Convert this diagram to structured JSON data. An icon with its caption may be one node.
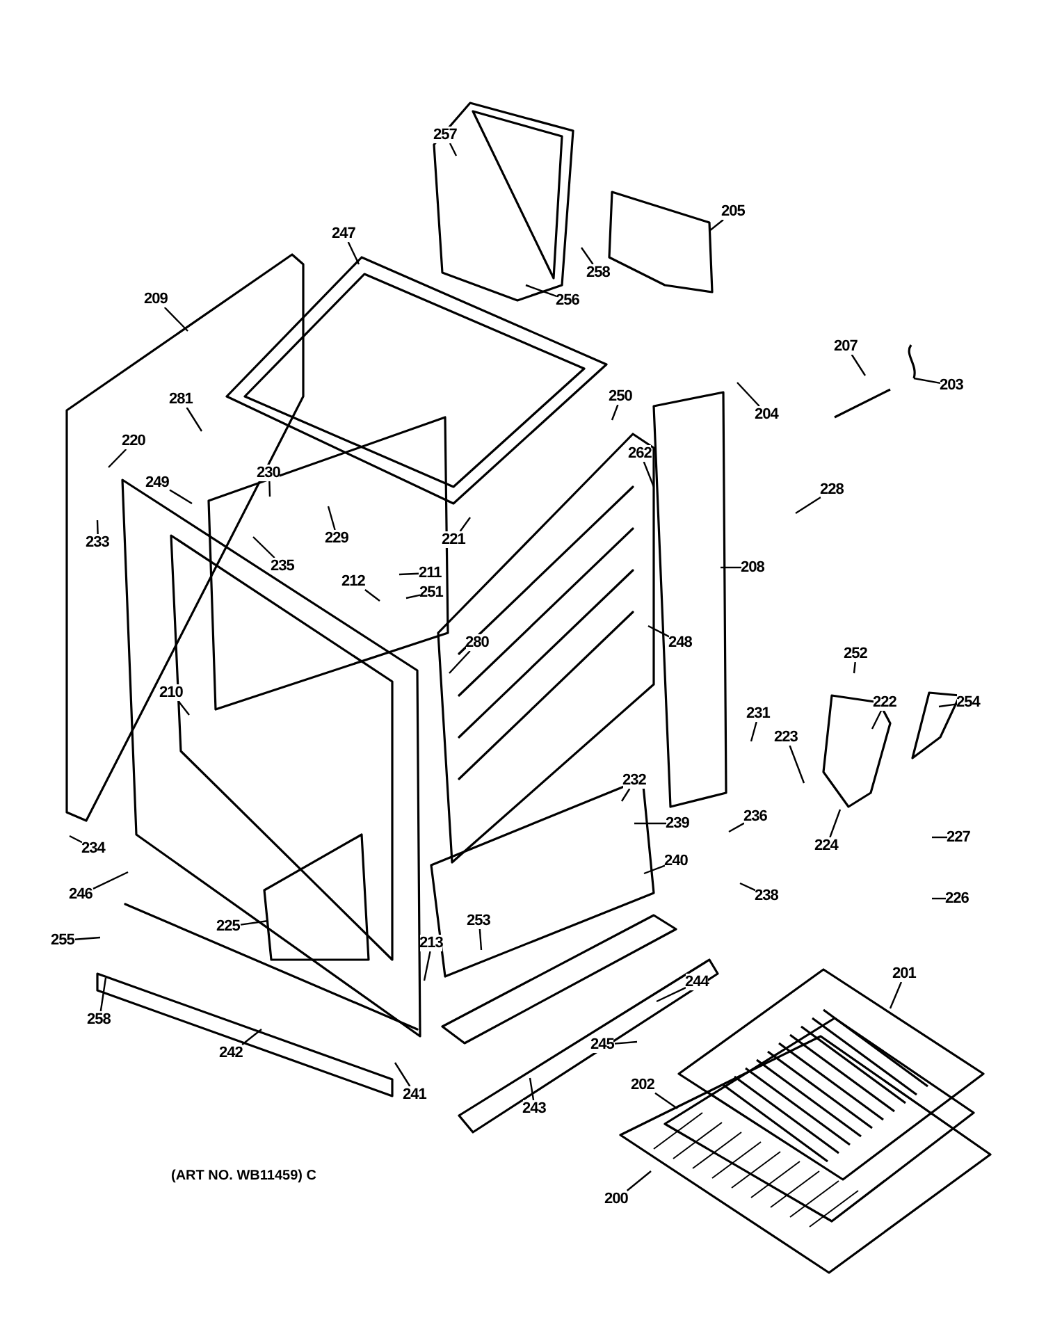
{
  "diagram": {
    "nodes": [
      {
        "text": [
          "257"
        ]
      },
      {
        "text": [
          "205"
        ]
      },
      {
        "text": [
          "247"
        ]
      },
      {
        "text": [
          "258"
        ]
      },
      {
        "text": [
          "256"
        ]
      },
      {
        "text": [
          "209"
        ]
      },
      {
        "text": [
          "207"
        ]
      },
      {
        "text": [
          "203"
        ]
      },
      {
        "text": [
          "204"
        ]
      },
      {
        "text": [
          "250"
        ]
      },
      {
        "text": [
          "281"
        ]
      },
      {
        "text": [
          "220"
        ]
      },
      {
        "text": [
          "262"
        ]
      },
      {
        "text": [
          "249"
        ]
      },
      {
        "text": [
          "230"
        ]
      },
      {
        "text": [
          "228"
        ]
      },
      {
        "text": [
          "221"
        ]
      },
      {
        "text": [
          "229"
        ]
      },
      {
        "text": [
          "235"
        ]
      },
      {
        "text": [
          "233"
        ]
      },
      {
        "text": [
          "211"
        ]
      },
      {
        "text": [
          "212"
        ]
      },
      {
        "text": [
          "251"
        ]
      },
      {
        "text": [
          "208"
        ]
      },
      {
        "text": [
          "280"
        ]
      },
      {
        "text": [
          "248"
        ]
      },
      {
        "text": [
          "210"
        ]
      },
      {
        "text": [
          "252"
        ]
      },
      {
        "text": [
          "222"
        ]
      },
      {
        "text": [
          "254"
        ]
      },
      {
        "text": [
          "231"
        ]
      },
      {
        "text": [
          "223"
        ]
      },
      {
        "text": [
          "232"
        ]
      },
      {
        "text": [
          "236"
        ]
      },
      {
        "text": [
          "239"
        ]
      },
      {
        "text": [
          "224"
        ]
      },
      {
        "text": [
          "227"
        ]
      },
      {
        "text": [
          "240"
        ]
      },
      {
        "text": [
          "234"
        ]
      },
      {
        "text": [
          "238"
        ]
      },
      {
        "text": [
          "246"
        ]
      },
      {
        "text": [
          "226"
        ]
      },
      {
        "text": [
          "225"
        ]
      },
      {
        "text": [
          "253"
        ]
      },
      {
        "text": [
          "255"
        ]
      },
      {
        "text": [
          "213"
        ]
      },
      {
        "text": [
          "244"
        ]
      },
      {
        "text": [
          "201"
        ]
      },
      {
        "text": [
          "258"
        ]
      },
      {
        "text": [
          "245"
        ]
      },
      {
        "text": [
          "242"
        ]
      },
      {
        "text": [
          "202"
        ]
      },
      {
        "text": [
          "241"
        ]
      },
      {
        "text": [
          "243"
        ]
      },
      {
        "text": [
          "200"
        ]
      }
    ],
    "edges": [
      {
        "from": 0,
        "to": null,
        "arrow": "none"
      },
      {
        "from": 1,
        "to": null,
        "arrow": "none"
      },
      {
        "from": 2,
        "to": null,
        "arrow": "none"
      },
      {
        "from": 3,
        "to": null,
        "arrow": "none"
      },
      {
        "from": 4,
        "to": null,
        "arrow": "none"
      },
      {
        "from": 5,
        "to": null,
        "arrow": "none"
      },
      {
        "from": 6,
        "to": null,
        "arrow": "none"
      },
      {
        "from": 7,
        "to": null,
        "arrow": "none"
      },
      {
        "from": 8,
        "to": null,
        "arrow": "none"
      },
      {
        "from": 9,
        "to": null,
        "arrow": "none"
      },
      {
        "from": 10,
        "to": null,
        "arrow": "none"
      },
      {
        "from": 11,
        "to": null,
        "arrow": "none"
      },
      {
        "from": 12,
        "to": null,
        "arrow": "none"
      },
      {
        "from": 13,
        "to": null,
        "arrow": "none"
      },
      {
        "from": 14,
        "to": null,
        "arrow": "none"
      },
      {
        "from": 15,
        "to": null,
        "arrow": "none"
      },
      {
        "from": 16,
        "to": null,
        "arrow": "none"
      },
      {
        "from": 17,
        "to": null,
        "arrow": "none"
      },
      {
        "from": 18,
        "to": null,
        "arrow": "none"
      },
      {
        "from": 19,
        "to": null,
        "arrow": "none"
      },
      {
        "from": 20,
        "to": null,
        "arrow": "none"
      },
      {
        "from": 21,
        "to": null,
        "arrow": "none"
      },
      {
        "from": 22,
        "to": null,
        "arrow": "none"
      },
      {
        "from": 23,
        "to": null,
        "arrow": "none"
      },
      {
        "from": 24,
        "to": null,
        "arrow": "none"
      },
      {
        "from": 25,
        "to": null,
        "arrow": "none"
      },
      {
        "from": 26,
        "to": null,
        "arrow": "none"
      },
      {
        "from": 27,
        "to": null,
        "arrow": "none"
      },
      {
        "from": 28,
        "to": null,
        "arrow": "none"
      },
      {
        "from": 29,
        "to": null,
        "arrow": "none"
      },
      {
        "from": 30,
        "to": null,
        "arrow": "none"
      },
      {
        "from": 31,
        "to": null,
        "arrow": "none"
      },
      {
        "from": 32,
        "to": null,
        "arrow": "none"
      },
      {
        "from": 33,
        "to": null,
        "arrow": "none"
      },
      {
        "from": 34,
        "to": null,
        "arrow": "none"
      },
      {
        "from": 35,
        "to": null,
        "arrow": "none"
      },
      {
        "from": 36,
        "to": null,
        "arrow": "none"
      },
      {
        "from": 37,
        "to": null,
        "arrow": "none"
      },
      {
        "from": 38,
        "to": null,
        "arrow": "none"
      },
      {
        "from": 39,
        "to": null,
        "arrow": "none"
      },
      {
        "from": 40,
        "to": null,
        "arrow": "none"
      },
      {
        "from": 41,
        "to": null,
        "arrow": "none"
      },
      {
        "from": 42,
        "to": null,
        "arrow": "none"
      },
      {
        "from": 43,
        "to": null,
        "arrow": "none"
      },
      {
        "from": 44,
        "to": null,
        "arrow": "none"
      },
      {
        "from": 45,
        "to": null,
        "arrow": "none"
      },
      {
        "from": 46,
        "to": null,
        "arrow": "none"
      },
      {
        "from": 47,
        "to": null,
        "arrow": "none"
      },
      {
        "from": 48,
        "to": null,
        "arrow": "none"
      },
      {
        "from": 49,
        "to": null,
        "arrow": "none"
      },
      {
        "from": 50,
        "to": null,
        "arrow": "none"
      },
      {
        "from": 51,
        "to": null,
        "arrow": "none"
      },
      {
        "from": 52,
        "to": null,
        "arrow": "none"
      },
      {
        "from": 53,
        "to": null,
        "arrow": "none"
      },
      {
        "from": 54,
        "to": null,
        "arrow": "none"
      }
    ],
    "labels": [
      "(ART NO. WB11459) C"
    ]
  }
}
